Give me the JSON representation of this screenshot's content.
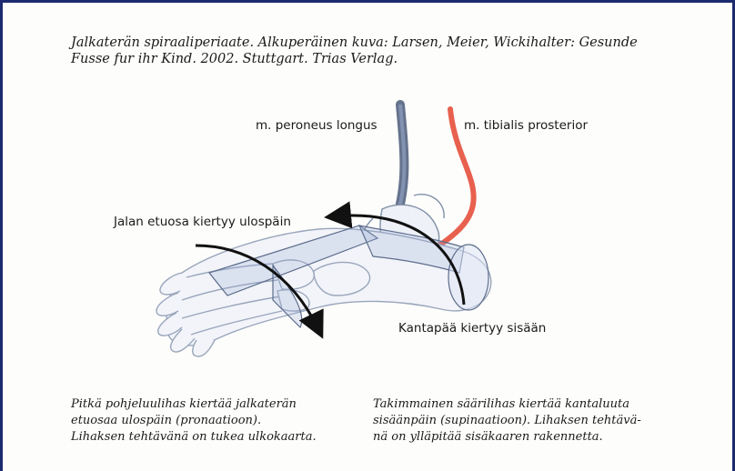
{
  "caption": {
    "line1": "Jalkaterän spiraaliperiaate. Alkuperäinen kuva: Larsen, Meier, Wickihalter: Gesunde",
    "line2": "Fusse fur ihr Kind. 2002. Stuttgart. Trias Verlag."
  },
  "labels": {
    "peroneus": "m. peroneus longus",
    "tibialis": "m. tibialis prosterior",
    "forefoot": "Jalan etuosa kiertyy ulospäin",
    "heel": "Kantapää kiertyy sisään"
  },
  "bottom_left": {
    "line1": "Pitkä pohjeluulihas  kiertää jalkaterän",
    "line2": "etuosaa ulospäin (pronaatioon).",
    "line3": "Lihaksen tehtävänä on tukea ulkokaarta."
  },
  "bottom_right": {
    "line1": "Takimmainen säärilihas kiertää kantaluuta",
    "line2": "sisäänpäin (supinaatioon). Lihaksen tehtävä-",
    "line3": "nä on ylläpitää sisäkaaren rakennetta."
  },
  "colors": {
    "frame": "#1e2a6e",
    "tibialis_muscle": "#e8604e",
    "peroneus_muscle": "#4a5a78",
    "arrow": "#111111"
  }
}
